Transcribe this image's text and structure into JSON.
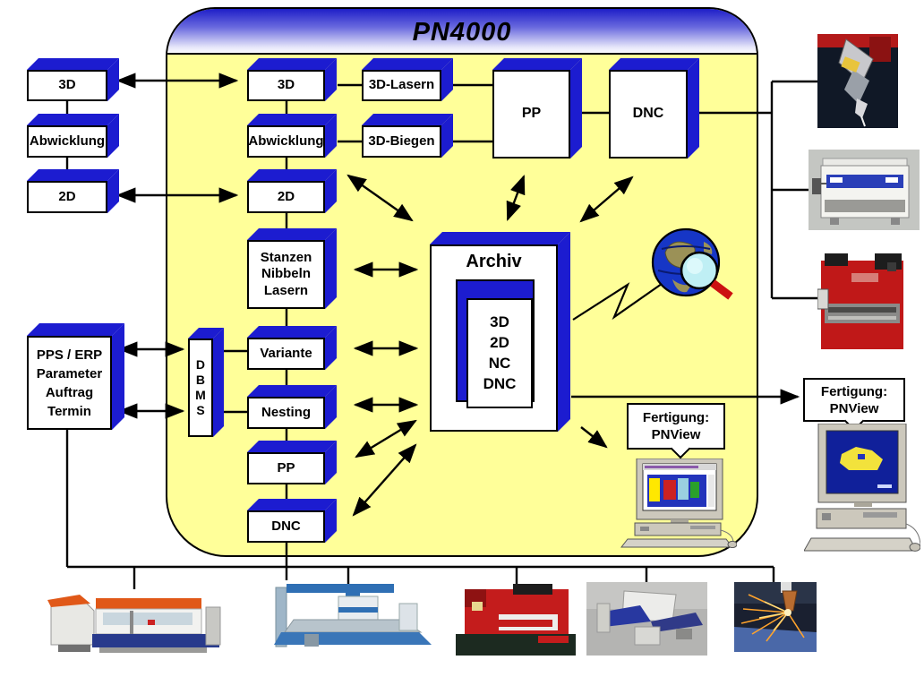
{
  "title": "PN4000",
  "boxes": {
    "left": [
      "3D",
      "Abwicklung",
      "2D"
    ],
    "center": [
      "3D",
      "Abwicklung",
      "2D",
      "Stanzen\nNibbeln\nLasern",
      "Variante",
      "Nesting",
      "PP",
      "DNC"
    ],
    "top": [
      "3D-Lasern",
      "3D-Biegen",
      "PP",
      "DNC"
    ],
    "pps": "PPS / ERP\nParameter\nAuftrag\nTermin",
    "dbms": "D\nB\nM\nS",
    "archiv": {
      "title": "Archiv",
      "content": "3D\n2D\nNC\nDNC"
    }
  },
  "callouts": {
    "inside": "Fertigung:\nPNView",
    "right": "Fertigung:\nPNView"
  },
  "icons": {
    "globe": "globe-with-magnifier-icon",
    "lightning": "lightning-connector"
  },
  "images": {
    "right_column": [
      "robot-3d-laser-head-photo",
      "press-brake-white-blue-photo",
      "press-brake-red-photo"
    ],
    "bottom_row": [
      "laser-cutting-machine-photo",
      "punching-machine-blue-photo",
      "punch-press-red-photo",
      "bending-cell-photo",
      "laser-cutting-sparks-photo"
    ],
    "computers": [
      "desktop-pc-pnview-photo",
      "desktop-pc-pnview-photo"
    ]
  },
  "colors": {
    "panel_fill": "#FFFF99",
    "box_blue": "#1C1CD0",
    "header_top": "#1F1FC8",
    "line": "#000000"
  }
}
